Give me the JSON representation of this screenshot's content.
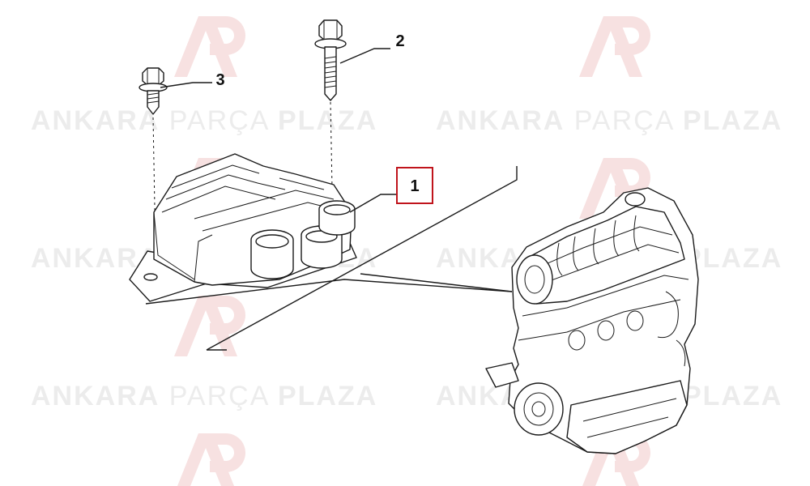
{
  "watermark": {
    "word_1": "ANKARA",
    "word_2": "PARÇA",
    "word_3": "PLAZA",
    "logo_color": "#f6dede",
    "text_color": "#ececec"
  },
  "callouts": [
    {
      "id": "1",
      "label": "1",
      "highlighted": true,
      "highlight_color": "#c0141c"
    },
    {
      "id": "2",
      "label": "2",
      "highlighted": false
    },
    {
      "id": "3",
      "label": "3",
      "highlighted": false
    }
  ],
  "parts": {
    "bracket": "engine-mount-bracket",
    "bolt_long": "flange-bolt",
    "bolt_short": "flange-bolt",
    "engine": "engine-block"
  }
}
